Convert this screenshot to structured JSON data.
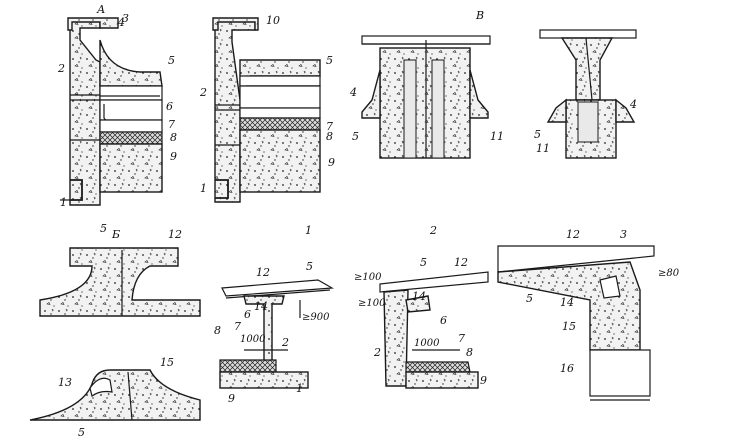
{
  "panels": {
    "A": "А",
    "B": "Б",
    "V": "В",
    "one": "1",
    "two": "2",
    "three": "3"
  },
  "labels": {
    "n1": "1",
    "n2": "2",
    "n3": "3",
    "n4": "4",
    "n5": "5",
    "n6": "6",
    "n7": "7",
    "n8": "8",
    "n9": "9",
    "n10": "10",
    "n11": "11",
    "n12": "12",
    "n13": "13",
    "n14": "14",
    "n15": "15",
    "n16": "16"
  },
  "dimensions": {
    "d900": "≥900",
    "d1000": "1000",
    "d100": "≥100",
    "d80": "≥80"
  }
}
